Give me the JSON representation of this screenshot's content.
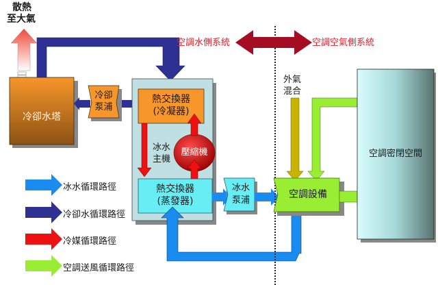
{
  "title_top": {
    "line1": "散熱",
    "line2": "至大氣"
  },
  "sections": {
    "water_side": "空調水側系統",
    "air_side": "空調空氣側系統"
  },
  "components": {
    "cooling_tower": "冷卻水塔",
    "cooling_pump": {
      "line1": "冷卻",
      "line2": "泵浦"
    },
    "condenser": {
      "line1": "熱交換器",
      "line2": "(冷凝器)"
    },
    "chiller": {
      "line1": "冰水",
      "line2": "主機"
    },
    "compressor": "壓縮機",
    "evaporator": {
      "line1": "熱交換器",
      "line2": "(蒸發器)"
    },
    "chilled_pump": {
      "line1": "冰水",
      "line2": "泵浦"
    },
    "ahu": "空調設備",
    "outdoor_air": {
      "line1": "外氣",
      "line2": "混合"
    },
    "space": "空調密閉空間"
  },
  "legend": [
    {
      "label": "冰水循環路徑",
      "color": "#1a8cf0"
    },
    {
      "label": "冷卻水循環路徑",
      "color": "#2e3192"
    },
    {
      "label": "冷媒循環路徑",
      "color": "#ee1111"
    },
    {
      "label": "空調送風循環路徑",
      "color": "#99ee33"
    }
  ],
  "colors": {
    "chilled_water": "#1a8cf0",
    "cooling_water": "#2e3192",
    "refrigerant": "#ee1111",
    "supply_air": "#99ee33",
    "outdoor_air": "#c8b400",
    "boundary_arrow": "#a50d22"
  }
}
